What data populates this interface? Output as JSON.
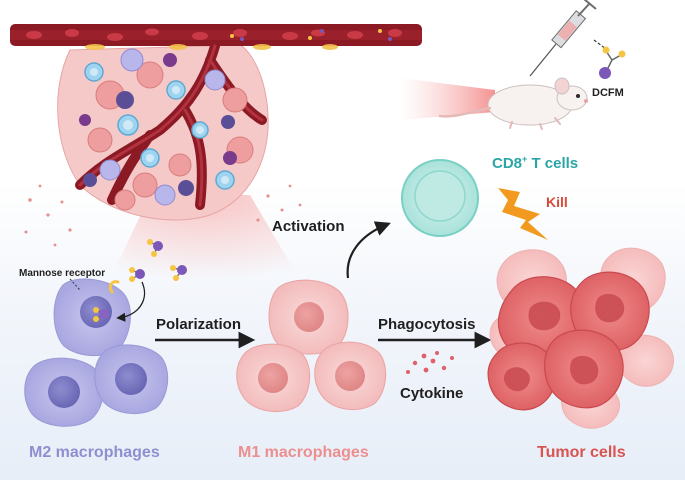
{
  "labels": {
    "mannose_receptor": "Mannose receptor",
    "dcfm": "DCFM",
    "cd8_main": "CD8",
    "cd8_sup": "+",
    "cd8_rest": " T cells",
    "kill": "Kill",
    "activation": "Activation",
    "polarization": "Polarization",
    "phagocytosis": "Phagocytosis",
    "cytokine": "Cytokine",
    "m2": "M2 macrophages",
    "m1": "M1 macrophages",
    "tumor": "Tumor cells"
  },
  "colors": {
    "m2_label": "#8f8fd0",
    "m1_label": "#ec8f8f",
    "tumor_label": "#d9534f",
    "cd8_label": "#2aa6a6",
    "kill_label": "#d94a3a",
    "vessel": "#8b1a24",
    "lightning": "#f29a1f"
  },
  "icons": [
    "syringe-icon",
    "mouse-icon",
    "dcfm-molecule-icon",
    "lightning-icon"
  ]
}
